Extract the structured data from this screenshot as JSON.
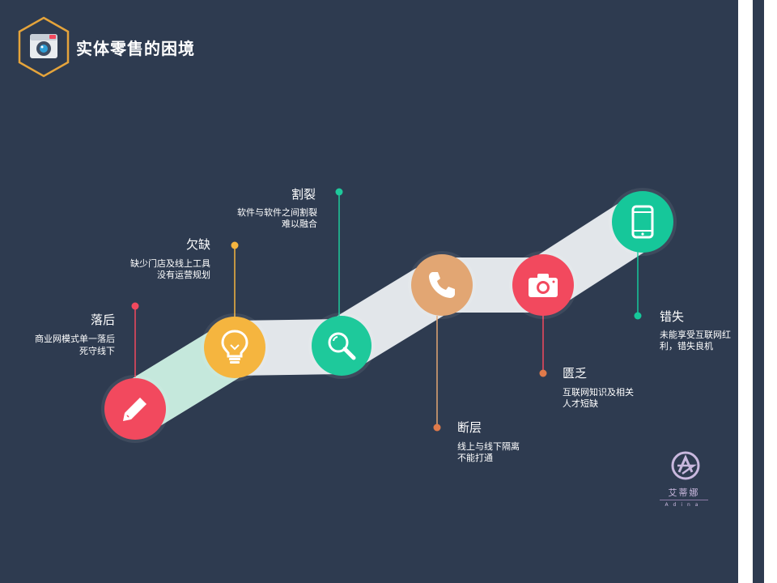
{
  "title": "实体零售的困境",
  "colors": {
    "background": "#2e3b50",
    "band": "#e2e6ea",
    "band_start": "#c5e8dc",
    "red": "#f2495e",
    "yellow": "#f5b53f",
    "green": "#1ec99b",
    "orange": "#e2a673",
    "teal": "#16c79a"
  },
  "items": [
    {
      "heading": "落后",
      "desc1": "商业网模式单一落后",
      "desc2": "死守线下",
      "icon": "pencil-icon"
    },
    {
      "heading": "欠缺",
      "desc1": "缺少门店及线上工具",
      "desc2": "没有运营规划",
      "icon": "lightbulb-icon"
    },
    {
      "heading": "割裂",
      "desc1": "软件与软件之间割裂",
      "desc2": "难以融合",
      "icon": "magnifier-icon"
    },
    {
      "heading": "断层",
      "desc1": "线上与线下隔离",
      "desc2": "不能打通",
      "icon": "phone-icon"
    },
    {
      "heading": "匮乏",
      "desc1": "互联网知识及相关",
      "desc2": "人才短缺",
      "icon": "camera-icon"
    },
    {
      "heading": "错失",
      "desc1": "未能享受互联网红",
      "desc2": "利，错失良机",
      "icon": "mobile-icon"
    }
  ],
  "logo": {
    "name": "艾蒂娜",
    "sub": "Adina",
    "icon": "logo-icon"
  }
}
